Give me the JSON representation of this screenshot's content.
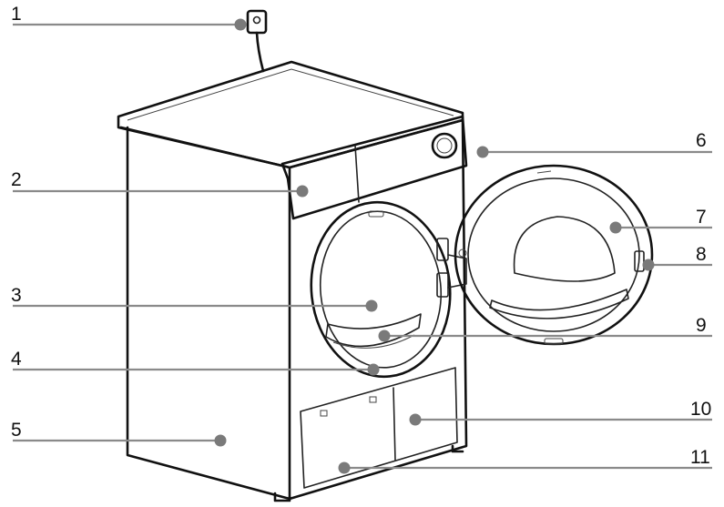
{
  "callouts": [
    {
      "number": "1"
    },
    {
      "number": "2"
    },
    {
      "number": "3"
    },
    {
      "number": "4"
    },
    {
      "number": "5"
    },
    {
      "number": "6"
    },
    {
      "number": "7"
    },
    {
      "number": "8"
    },
    {
      "number": "9"
    },
    {
      "number": "10"
    },
    {
      "number": "11"
    }
  ],
  "colors": {
    "line": "#111111",
    "leader": "#8a8a8a"
  }
}
